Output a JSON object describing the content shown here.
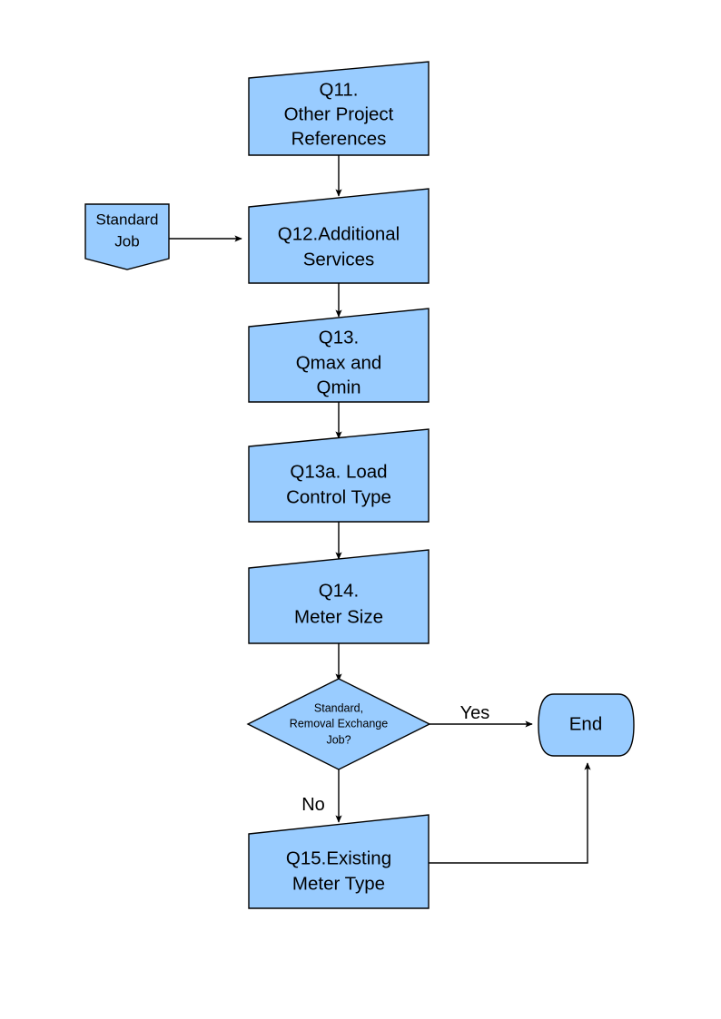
{
  "diagram": {
    "type": "flowchart",
    "title": "",
    "palette": {
      "node_fill": "#99ccff",
      "node_stroke": "#000000",
      "background": "#ffffff",
      "text": "#000000"
    },
    "nodes": [
      {
        "id": "q11",
        "shape": "slanted-rectangle",
        "lines": [
          "Q11.",
          "Other Project",
          "References"
        ]
      },
      {
        "id": "standard-job",
        "shape": "pentagon-down",
        "lines": [
          "Standard",
          "Job"
        ]
      },
      {
        "id": "q12",
        "shape": "slanted-rectangle",
        "lines": [
          "Q12.Additional",
          "Services"
        ]
      },
      {
        "id": "q13",
        "shape": "slanted-rectangle",
        "lines": [
          "Q13.",
          "Qmax and",
          "Qmin"
        ]
      },
      {
        "id": "q13a",
        "shape": "slanted-rectangle",
        "lines": [
          "Q13a. Load",
          "Control Type"
        ]
      },
      {
        "id": "q14",
        "shape": "slanted-rectangle",
        "lines": [
          "Q14.",
          "Meter Size"
        ]
      },
      {
        "id": "decision",
        "shape": "diamond",
        "lines": [
          "Standard,",
          "Removal Exchange",
          "Job?"
        ]
      },
      {
        "id": "q15",
        "shape": "slanted-rectangle",
        "lines": [
          "Q15.Existing",
          "Meter Type"
        ]
      },
      {
        "id": "end",
        "shape": "rounded-terminator",
        "lines": [
          "End"
        ]
      }
    ],
    "edges": [
      {
        "id": "e-q11-q12",
        "from": "q11",
        "to": "q12",
        "label": ""
      },
      {
        "id": "e-std-q12",
        "from": "standard-job",
        "to": "q12",
        "label": ""
      },
      {
        "id": "e-q12-q13",
        "from": "q12",
        "to": "q13",
        "label": ""
      },
      {
        "id": "e-q13-q13a",
        "from": "q13",
        "to": "q13a",
        "label": ""
      },
      {
        "id": "e-q13a-q14",
        "from": "q13a",
        "to": "q14",
        "label": ""
      },
      {
        "id": "e-q14-decision",
        "from": "q14",
        "to": "decision",
        "label": ""
      },
      {
        "id": "e-decision-end",
        "from": "decision",
        "to": "end",
        "label": "Yes"
      },
      {
        "id": "e-decision-q15",
        "from": "decision",
        "to": "q15",
        "label": "No"
      },
      {
        "id": "e-q15-end",
        "from": "q15",
        "to": "end",
        "label": ""
      }
    ],
    "edge_labels": {
      "yes": "Yes",
      "no": "No"
    }
  }
}
